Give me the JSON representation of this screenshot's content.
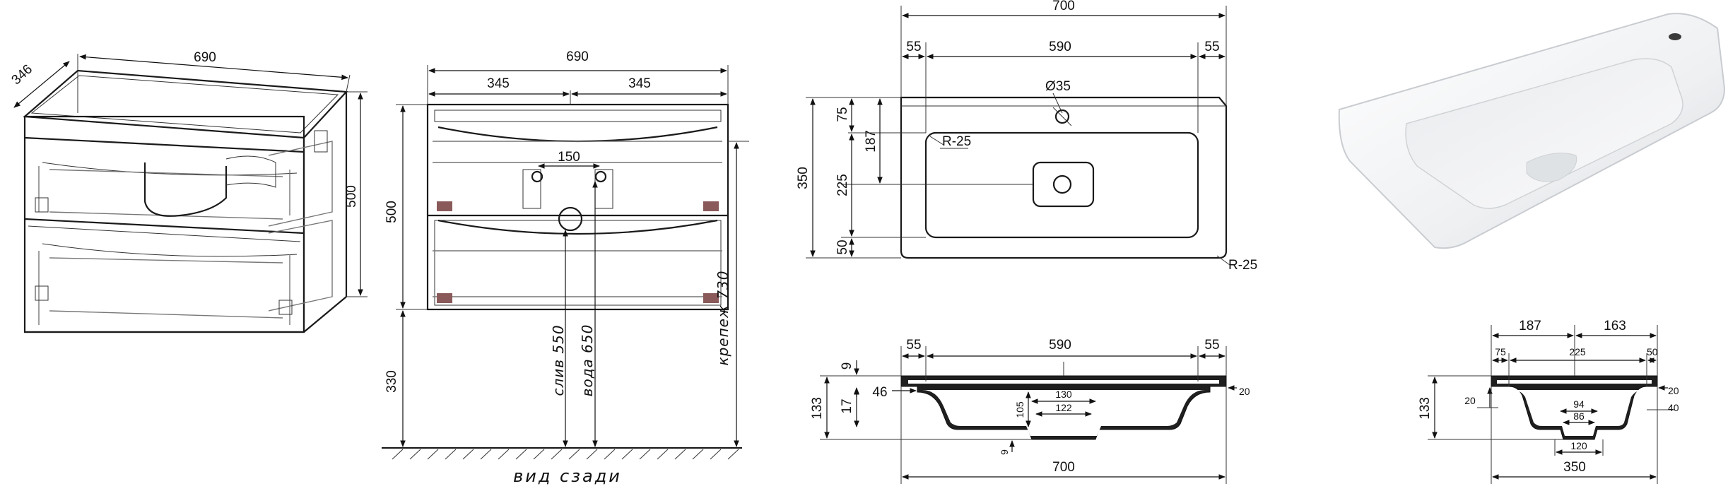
{
  "cabinet_iso": {
    "width": "690",
    "depth": "346",
    "height": "500"
  },
  "cabinet_rear": {
    "width": "690",
    "half_left": "345",
    "half_right": "345",
    "hole_spacing": "150",
    "height": "500",
    "floor_gap": "330",
    "drain_label": "слив 550",
    "water_label": "вода 650",
    "mount_label": "крепеж 730",
    "caption": "вид сзади"
  },
  "sink_top": {
    "width": "700",
    "margin_left": "55",
    "inner": "590",
    "margin_right": "55",
    "tap_hole": "Ø35",
    "radius_inner": "R-25",
    "radius_outer": "R-25",
    "depth": "350",
    "dim_75": "75",
    "dim_187": "187",
    "dim_225": "225",
    "dim_50": "50"
  },
  "sink_section_front": {
    "margin_left": "55",
    "inner": "590",
    "margin_right": "55",
    "top_thk": "9",
    "height": "133",
    "lip": "17",
    "edge": "46",
    "drain_depth": "105",
    "drain_outer": "130",
    "drain_inner": "122",
    "rim": "20",
    "bottom_thk": "9",
    "width": "700"
  },
  "sink_section_side": {
    "top_187": "187",
    "top_163": "163",
    "dim_75": "75",
    "dim_225": "225",
    "dim_50": "50",
    "height": "133",
    "left_20": "20",
    "right_20": "20",
    "right_40": "40",
    "drain_outer": "94",
    "drain_inner": "86",
    "bottom": "120",
    "width": "350"
  }
}
